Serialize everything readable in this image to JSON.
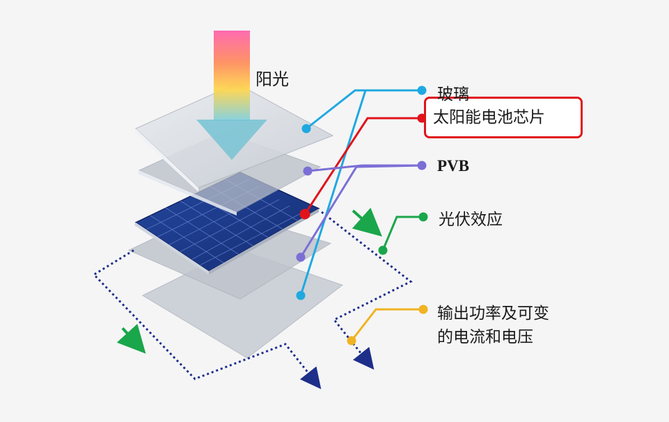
{
  "labels": {
    "sunlight": "阳光",
    "glass": "玻璃",
    "solar_cell": "太阳能电池芯片",
    "pvb": "PVB",
    "photovoltaic_effect": "光伏效应",
    "output_line1": "输出功率及可变",
    "output_line2": "的电流和电压"
  },
  "colors": {
    "glass": "#1fa9e0",
    "solar_cell": "#e0141b",
    "pvb": "#7b6fd6",
    "photovoltaic_effect": "#1aa64a",
    "output": "#f0b323",
    "current_path": "#1e2f8a",
    "cell_blue": "#1b3a8f"
  }
}
